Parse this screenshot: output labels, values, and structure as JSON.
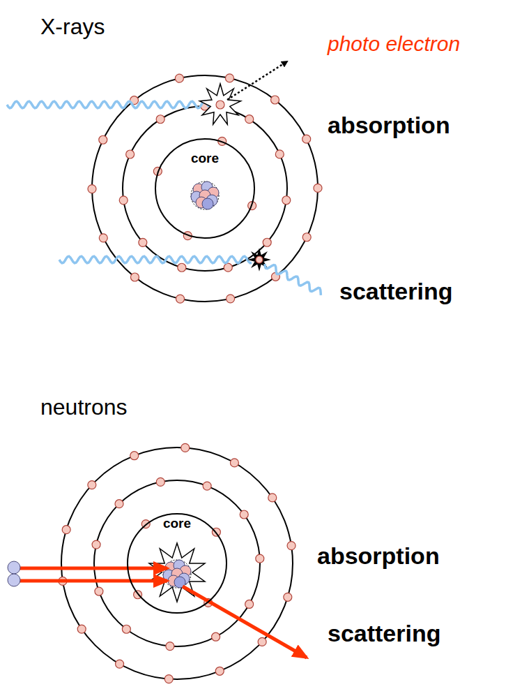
{
  "diagram": {
    "nodes": [
      {
        "text": [
          "core"
        ]
      },
      {
        "text": [
          "core"
        ]
      }
    ],
    "labels": [
      "X-rays",
      "photo electron",
      "absorption",
      "scattering",
      "neutrons",
      "absorption",
      "scattering"
    ]
  }
}
